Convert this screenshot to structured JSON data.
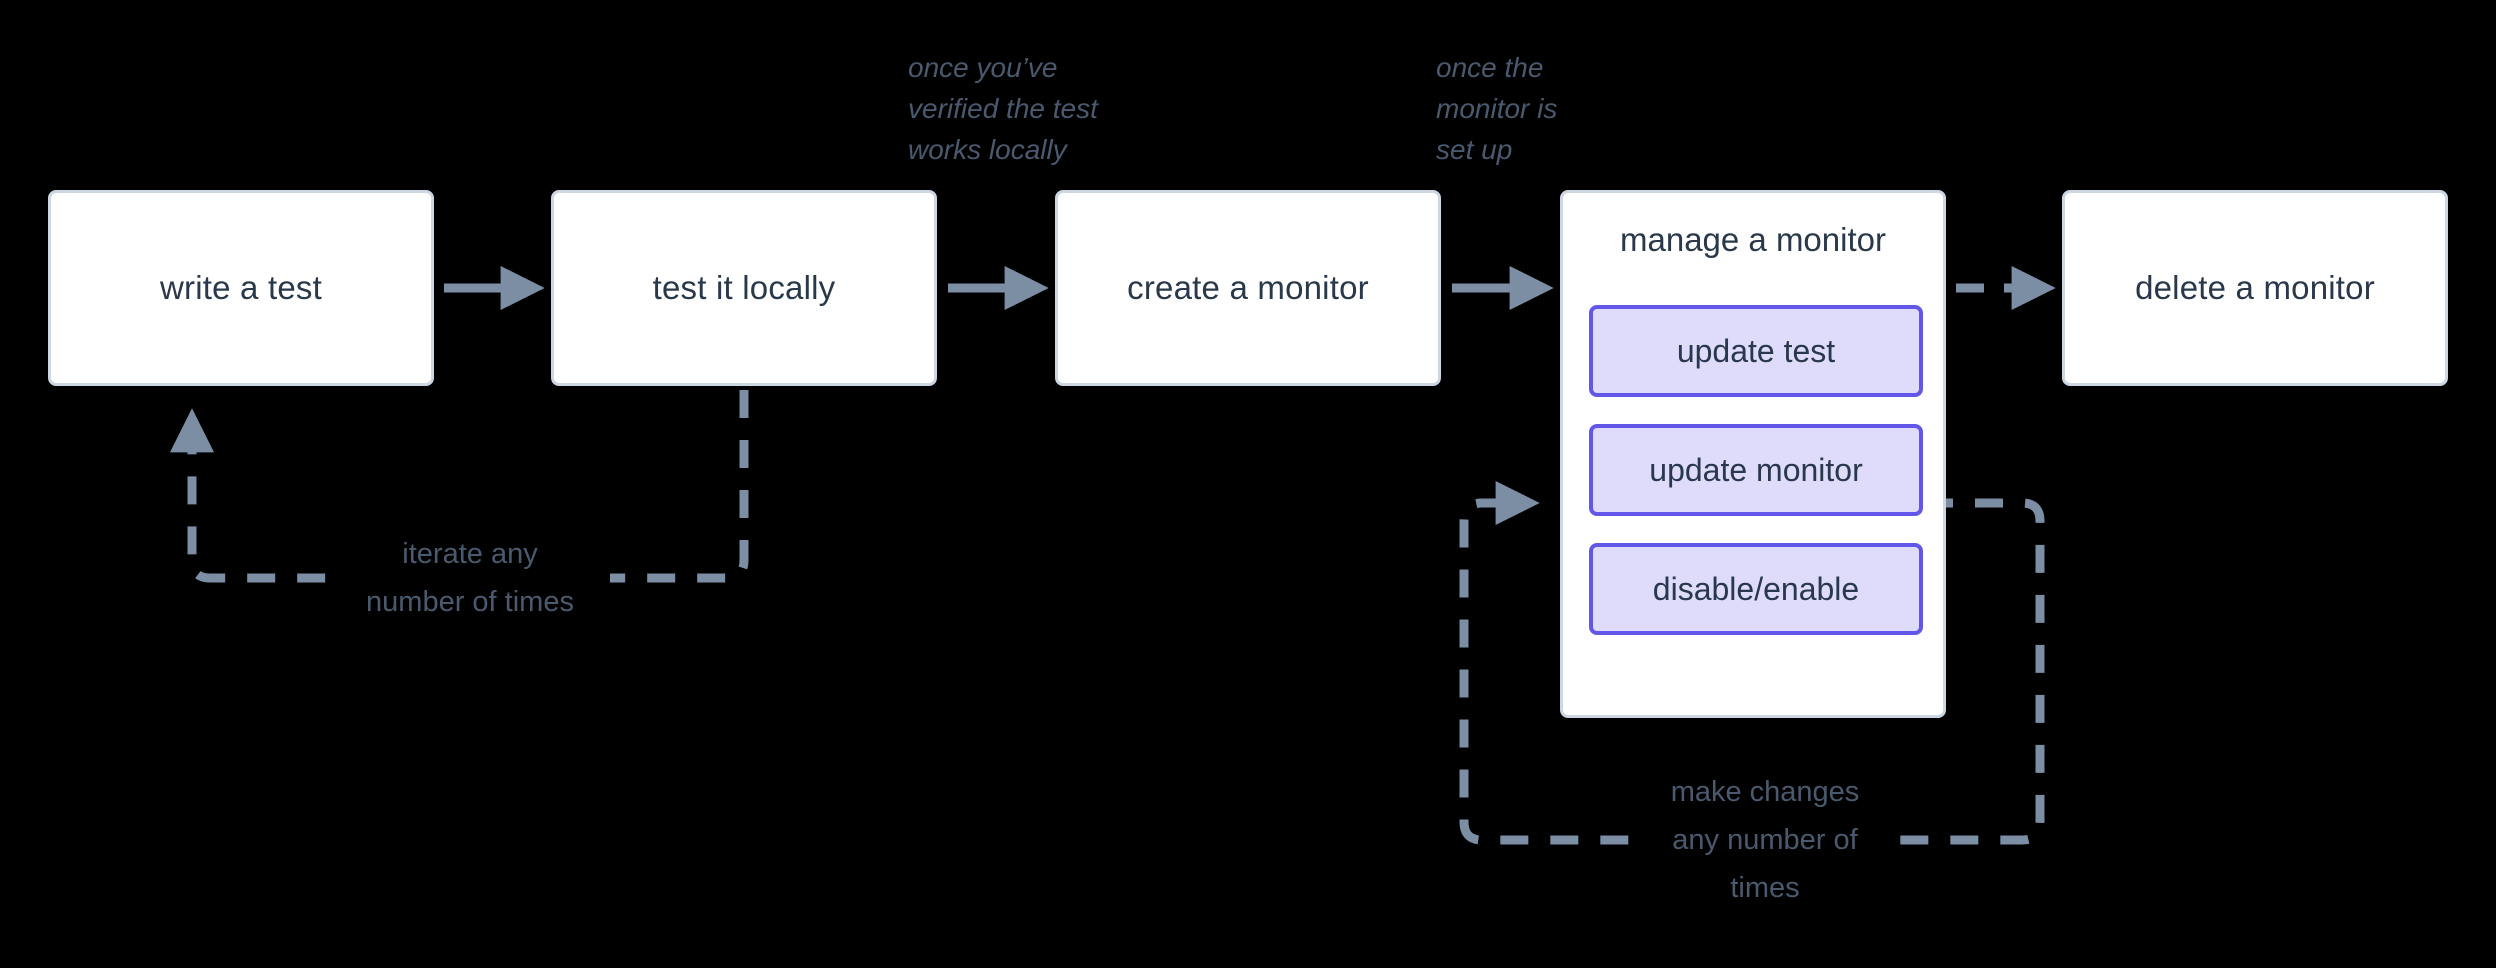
{
  "diagram": {
    "title": "monitor lifecycle flow",
    "background_color": "#000000",
    "node_fill": "#ffffff",
    "node_border": "#ccd7e3",
    "sub_node_fill": "#dedcfa",
    "sub_node_border": "#6257e8",
    "text_color": "#29384a",
    "edge_color": "#7b8ea3",
    "annotation_color": "#4a5a6e"
  },
  "nodes": [
    {
      "id": "write-a-test",
      "label": "write a test"
    },
    {
      "id": "test-it-locally",
      "label": "test it locally"
    },
    {
      "id": "create-a-monitor",
      "label": "create a monitor"
    },
    {
      "id": "manage-a-monitor",
      "label": "manage a monitor"
    },
    {
      "id": "delete-a-monitor",
      "label": "delete a monitor"
    }
  ],
  "sub_nodes": [
    {
      "id": "update-test",
      "label": "update test"
    },
    {
      "id": "update-monitor",
      "label": "update monitor"
    },
    {
      "id": "disable-enable",
      "label": "disable/enable"
    }
  ],
  "annotations": [
    {
      "id": "verified-note",
      "text": "once you’ve\nverified the test\nworks locally"
    },
    {
      "id": "setup-note",
      "text": "once the\nmonitor is\nset up"
    }
  ],
  "loop_labels": [
    {
      "id": "iterate-loop",
      "text": "iterate any\nnumber of times"
    },
    {
      "id": "changes-loop",
      "text": "make changes\nany number of\ntimes"
    }
  ],
  "edges": [
    {
      "id": "write-to-test",
      "style": "solid",
      "from": "write-a-test",
      "to": "test-it-locally"
    },
    {
      "id": "test-to-create",
      "style": "solid",
      "from": "test-it-locally",
      "to": "create-a-monitor"
    },
    {
      "id": "create-to-manage",
      "style": "solid",
      "from": "create-a-monitor",
      "to": "manage-a-monitor"
    },
    {
      "id": "manage-to-delete",
      "style": "dashed",
      "from": "manage-a-monitor",
      "to": "delete-a-monitor"
    },
    {
      "id": "test-back-to-write",
      "style": "dashed",
      "from": "test-it-locally",
      "to": "write-a-test"
    },
    {
      "id": "monitor-change-loop",
      "style": "dashed",
      "from": "update-monitor",
      "to": "update-monitor"
    }
  ]
}
